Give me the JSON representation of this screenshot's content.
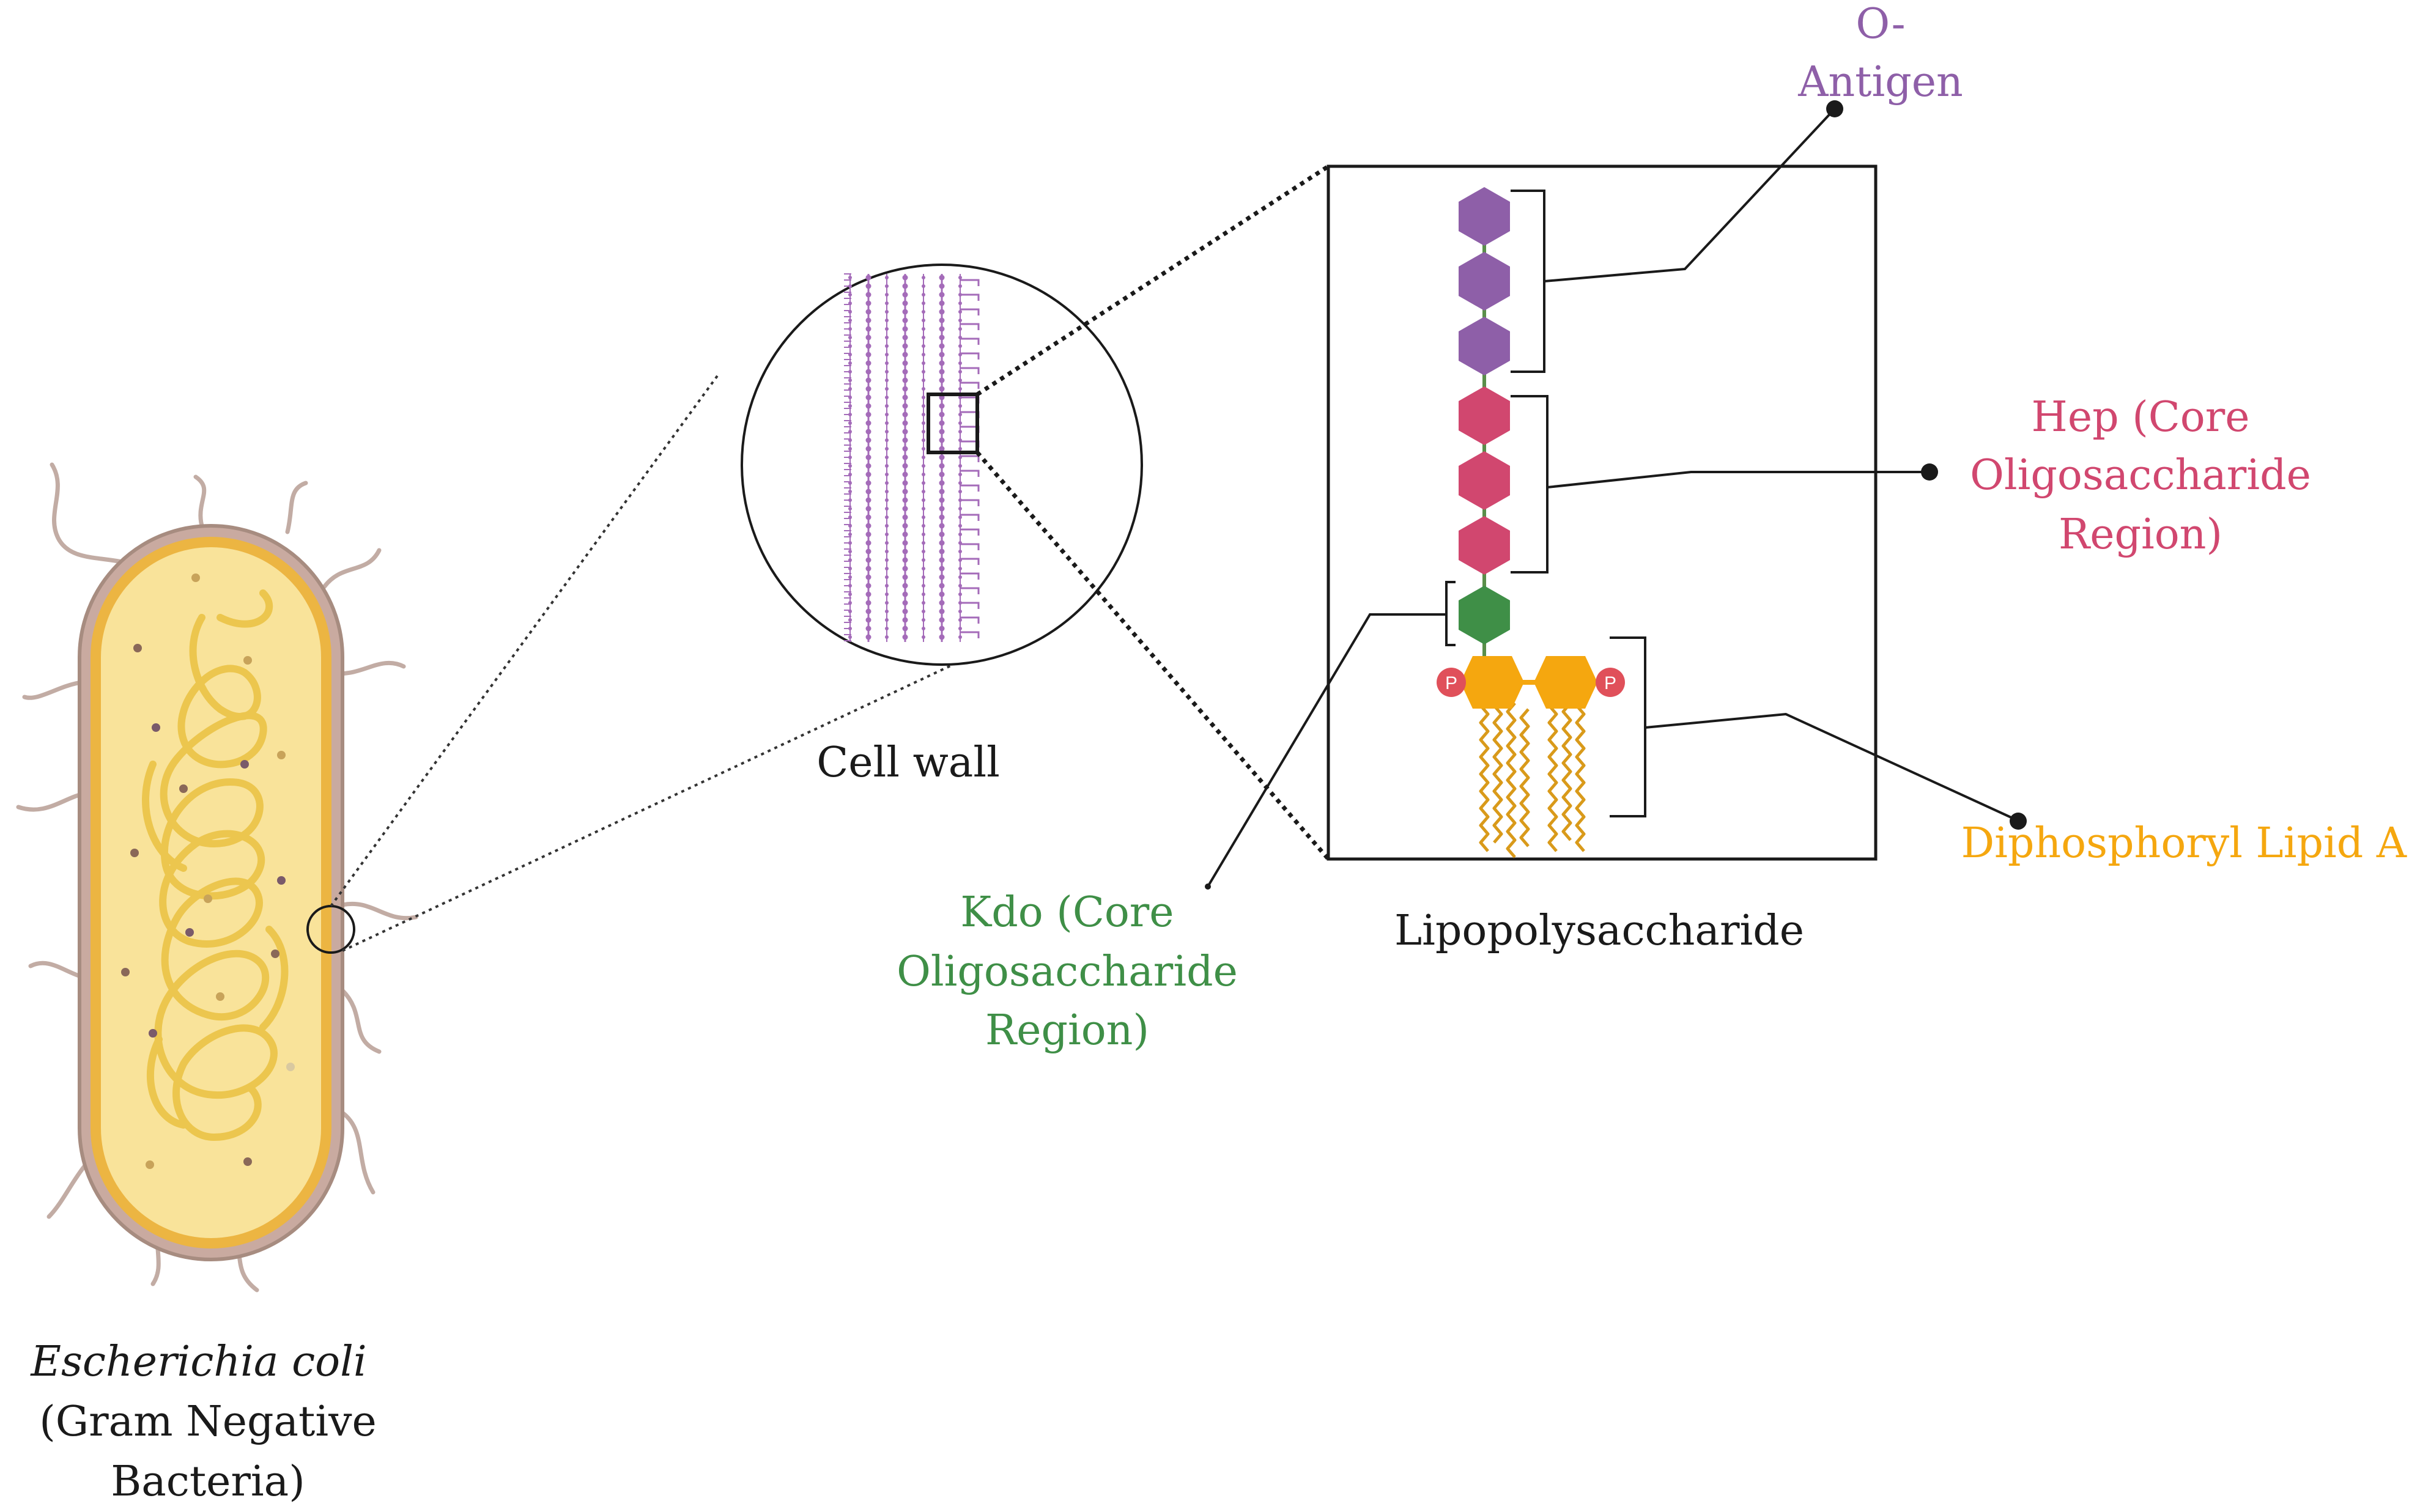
{
  "colors": {
    "o_antigen": "#8e5fa8",
    "hep": "#d1476f",
    "kdo": "#3f8f47",
    "lipid_a": "#f5a70f",
    "phosphate": "#e0505a",
    "line": "#1a1a1a",
    "bacterium_body": "#f9e39a",
    "bacterium_border": "#b08b7b",
    "bacterium_inner": "#ecb542",
    "dna": "#ecc64e",
    "flagella": "#c2aca4",
    "membrane": "#a46bb9"
  },
  "labels": {
    "species": "Escherichia coli",
    "species_line2": "(Gram Negative",
    "species_line3": "Bacteria)",
    "cell_wall": "Cell wall",
    "lps": "Lipopolysaccharide",
    "o_antigen_line1": "O-",
    "o_antigen_line2": "Antigen",
    "hep_line1": "Hep (Core",
    "hep_line2": "Oligosaccharide",
    "hep_line3": "Region)",
    "kdo_line1": "Kdo (Core",
    "kdo_line2": "Oligosaccharide",
    "kdo_line3": "Region)",
    "lipid_a": "Diphosphoryl Lipid A",
    "phosphate_symbol": "P"
  }
}
